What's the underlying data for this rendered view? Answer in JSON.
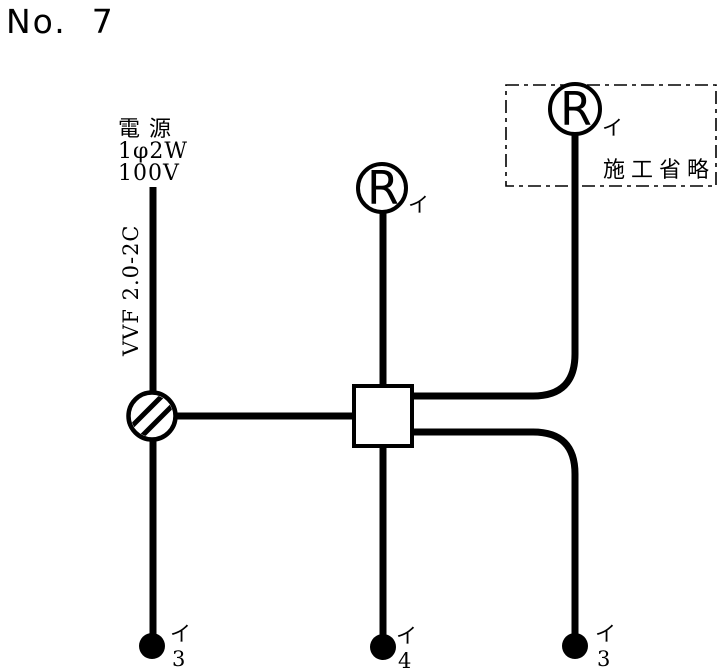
{
  "title": "No.  7",
  "colors": {
    "ink": "#000000",
    "background": "#ffffff"
  },
  "power": {
    "name_label": "電 源",
    "phase_label": "1φ2W",
    "voltage_label": "100V",
    "cable_label": "VVF 2.0-2C"
  },
  "omission_area": {
    "label": "施工省略"
  },
  "lamps": {
    "center": {
      "symbol": "R",
      "branch": "イ"
    },
    "omitted": {
      "symbol": "R",
      "branch": "イ"
    }
  },
  "switches": {
    "left": {
      "branch": "イ",
      "ways": "3"
    },
    "middle": {
      "branch": "イ",
      "ways": "4"
    },
    "right": {
      "branch": "イ",
      "ways": "3"
    }
  }
}
